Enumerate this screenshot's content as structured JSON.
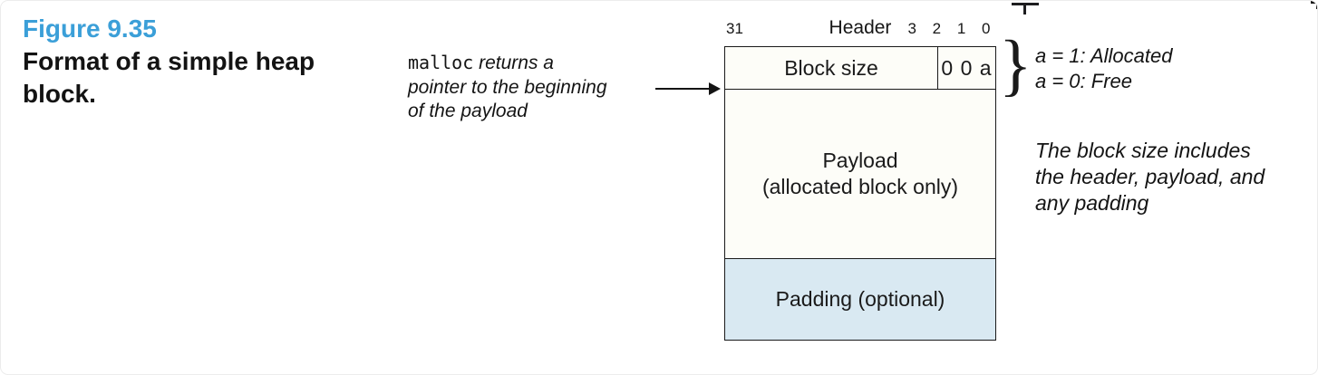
{
  "colors": {
    "figure_label_blue": "#3b9fd8",
    "padding_fill": "#d9e9f2",
    "box_fill": "#fdfdf8",
    "line": "#1a1a1a"
  },
  "caption": {
    "label": "Figure 9.35",
    "title": "Format of a simple heap block."
  },
  "malloc_note": {
    "code": "malloc",
    "line1": "returns a",
    "line2": "pointer to the beginning",
    "line3": "of the payload"
  },
  "diagram": {
    "bit_left": "31",
    "header_label": "Header",
    "bit_right": "3 2 1 0",
    "block_size_label": "Block size",
    "flag_bits": "0 0 a",
    "payload_line1": "Payload",
    "payload_line2": "(allocated block only)",
    "padding_label": "Padding (optional)"
  },
  "legend": {
    "brace": "}",
    "line1": "a = 1: Allocated",
    "line2": "a = 0: Free"
  },
  "size_note": {
    "line1": "The block size includes",
    "line2": "the header, payload, and",
    "line3": "any padding"
  }
}
